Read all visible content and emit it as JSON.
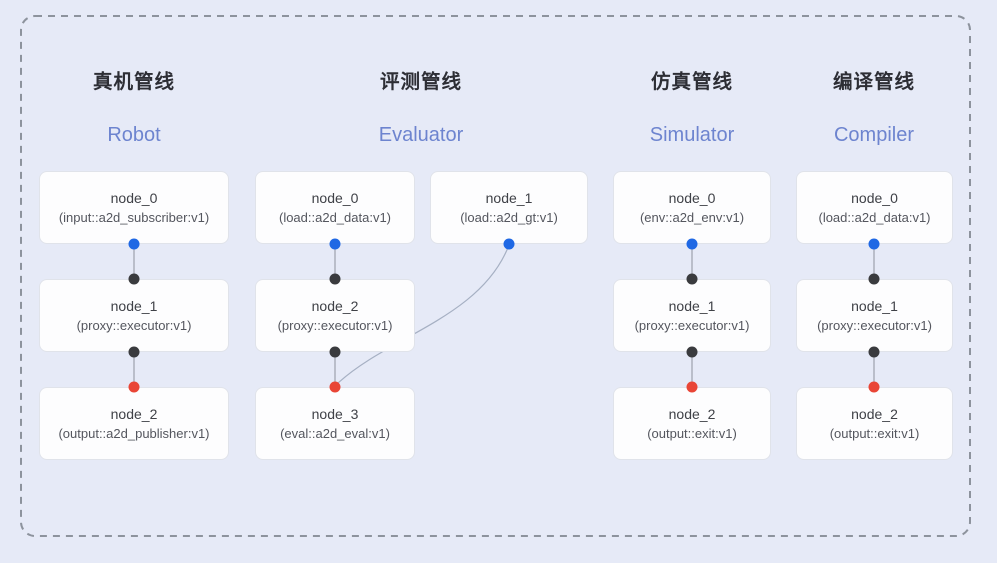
{
  "colors": {
    "background": "#e6eaf7",
    "border_dash": "#8d939d",
    "box_bg": "#fdfdfe",
    "box_border": "#e0e3ea",
    "title_zh": "#2d2e35",
    "title_en": "#6d84cf",
    "node_title": "#3f4147",
    "node_subtitle": "#54565e",
    "edge": "#8e939d",
    "curve": "#a6b0c3",
    "dot_blue": "#1f68e4",
    "dot_black": "#3a3b3e",
    "dot_red": "#e94536"
  },
  "pipelines": [
    {
      "title_zh": "真机管线",
      "title_en": "Robot",
      "nodes": [
        {
          "name": "node_0",
          "type": "(input::a2d_subscriber:v1)"
        },
        {
          "name": "node_1",
          "type": "(proxy::executor:v1)"
        },
        {
          "name": "node_2",
          "type": "(output::a2d_publisher:v1)"
        }
      ]
    },
    {
      "title_zh": "评测管线",
      "title_en": "Evaluator",
      "nodes": [
        {
          "name": "node_0",
          "type": "(load::a2d_data:v1)"
        },
        {
          "name": "node_1",
          "type": "(load::a2d_gt:v1)"
        },
        {
          "name": "node_2",
          "type": "(proxy::executor:v1)"
        },
        {
          "name": "node_3",
          "type": "(eval::a2d_eval:v1)"
        }
      ]
    },
    {
      "title_zh": "仿真管线",
      "title_en": "Simulator",
      "nodes": [
        {
          "name": "node_0",
          "type": "(env::a2d_env:v1)"
        },
        {
          "name": "node_1",
          "type": "(proxy::executor:v1)"
        },
        {
          "name": "node_2",
          "type": "(output::exit:v1)"
        }
      ]
    },
    {
      "title_zh": "编译管线",
      "title_en": "Compiler",
      "nodes": [
        {
          "name": "node_0",
          "type": "(load::a2d_data:v1)"
        },
        {
          "name": "node_1",
          "type": "(proxy::executor:v1)"
        },
        {
          "name": "node_2",
          "type": "(output::exit:v1)"
        }
      ]
    }
  ]
}
